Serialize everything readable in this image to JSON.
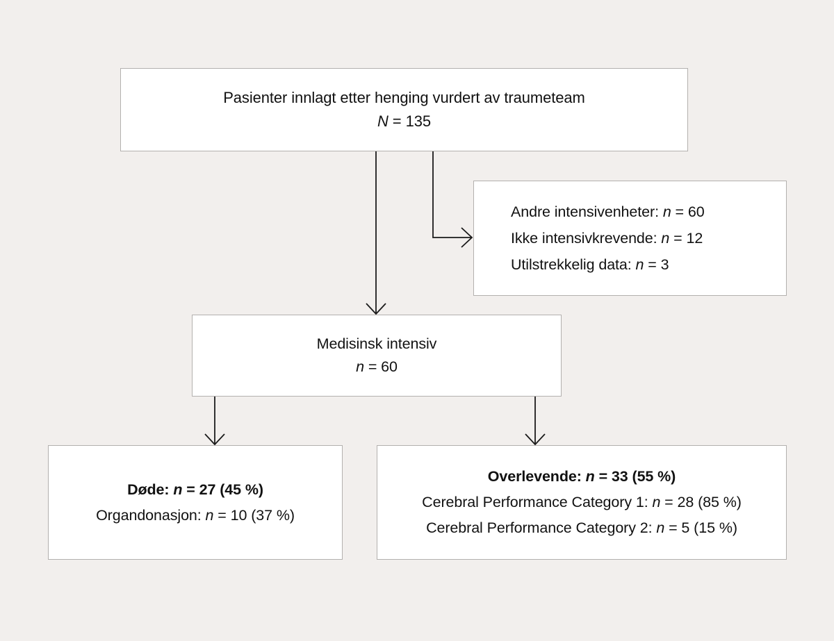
{
  "figure": {
    "type": "flowchart",
    "language": "Norwegian",
    "background_color": "#f2efed",
    "node_fill_color": "#ffffff",
    "node_border_color": "#b3b0ae",
    "connector_color": "#1a1a1a",
    "text_color": "#111111"
  },
  "nodes": {
    "top": {
      "name": "cohort-total",
      "lines": [
        {
          "text": "Pasienter innlagt etter henging vurdert av traumeteam",
          "bold": false,
          "italic_prefix": ""
        },
        {
          "text": "N = 135",
          "bold": false,
          "italic_prefix": "N"
        }
      ],
      "label": "Pasienter innlagt etter henging vurdert av traumeteam",
      "count_label": "N = 135",
      "count": 135,
      "align": "center"
    },
    "excluded": {
      "name": "excluded-patients",
      "lines": [
        {
          "text": "Andre intensivenheter: n = 60",
          "italic_prefix": "n",
          "count": 60
        },
        {
          "text": "Ikke intensivkrevende: n = 12",
          "italic_prefix": "n",
          "count": 12
        },
        {
          "text": "Utilstrekkelig data: n = 3",
          "italic_prefix": "n",
          "count": 3
        }
      ],
      "align": "left"
    },
    "icu": {
      "name": "medical-icu",
      "lines": [
        {
          "text": "Medisinsk intensiv",
          "italic_prefix": ""
        },
        {
          "text": "n = 60",
          "italic_prefix": "n",
          "count": 60
        }
      ],
      "label": "Medisinsk intensiv",
      "count_label": "n = 60",
      "count": 60,
      "align": "center"
    },
    "dead": {
      "name": "deceased-outcome",
      "lines": [
        {
          "text": "Døde: n = 27 (45 %)",
          "bold": true,
          "italic_prefix": "n",
          "count": 27,
          "percent": 45
        },
        {
          "text": "Organdonasjon: n = 10 (37 %)",
          "bold": false,
          "italic_prefix": "n",
          "count": 10,
          "percent": 37
        }
      ],
      "align": "center"
    },
    "survivors": {
      "name": "survivors-outcome",
      "lines": [
        {
          "text": "Overlevende: n = 33 (55 %)",
          "bold": true,
          "italic_prefix": "n",
          "count": 33,
          "percent": 55
        },
        {
          "text": "Cerebral Performance Category 1: n = 28 (85 %)",
          "bold": false,
          "italic_prefix": "n",
          "count": 28,
          "percent": 85
        },
        {
          "text": "Cerebral Performance Category 2: n = 5 (15 %)",
          "bold": false,
          "italic_prefix": "n",
          "count": 5,
          "percent": 15
        }
      ],
      "align": "center"
    }
  },
  "connectors": [
    {
      "name": "connector-top-to-icu",
      "from": "top",
      "to": "icu",
      "style": "straight-down-arrow"
    },
    {
      "name": "connector-top-to-excluded",
      "from": "top",
      "to": "excluded",
      "style": "elbow-right-arrow"
    },
    {
      "name": "connector-icu-to-dead",
      "from": "icu",
      "to": "dead",
      "style": "straight-down-arrow"
    },
    {
      "name": "connector-icu-to-survivors",
      "from": "icu",
      "to": "survivors",
      "style": "straight-down-arrow"
    }
  ]
}
